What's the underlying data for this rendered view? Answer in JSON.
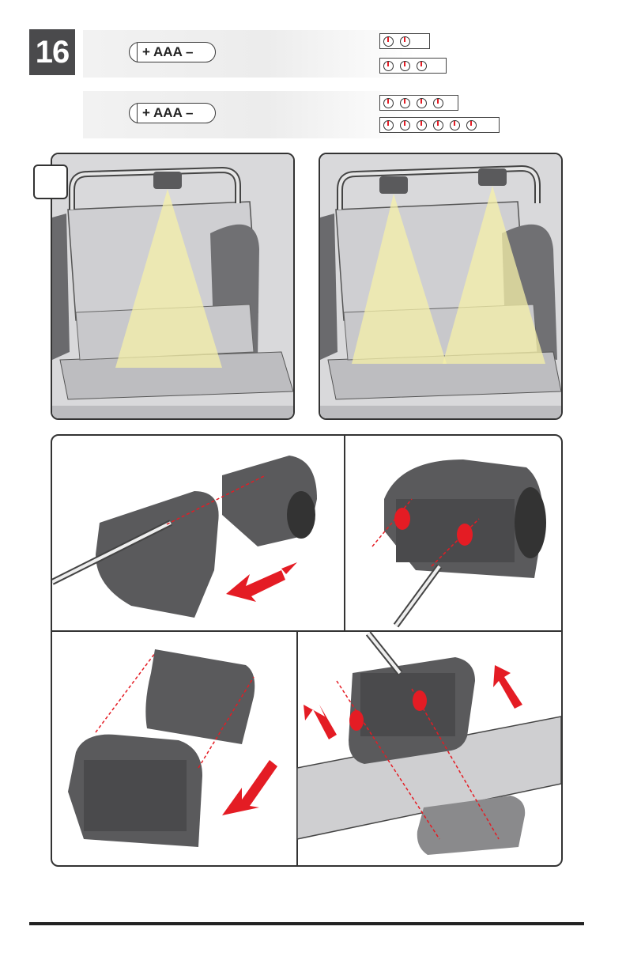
{
  "step": {
    "number": "16"
  },
  "batteries": [
    {
      "label": "+ AAA  –",
      "dial_rows": [
        2,
        3
      ]
    },
    {
      "label": "+ AAA  –",
      "dial_rows": [
        4,
        6
      ]
    }
  ],
  "colors": {
    "badge": "#4a4a4c",
    "arrow": "#e41c24",
    "light": "#f5f0a8",
    "part": "#5a5a5c"
  }
}
